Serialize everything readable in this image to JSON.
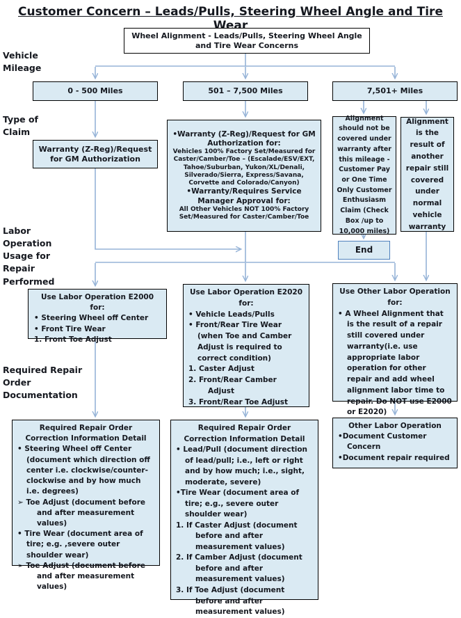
{
  "title": "Customer Concern – Leads/Pulls, Steering Wheel Angle and Tire Wear",
  "colors": {
    "box_fill": "#daeaf3",
    "box_border": "#000000",
    "end_box_border": "#4f81bd",
    "connector_line": "#95b3d7",
    "text": "#15181f"
  },
  "side_labels": {
    "vehicle_mileage": "Vehicle Mileage",
    "type_of_claim": "Type of Claim",
    "labor_operation": "Labor Operation Usage for Repair Performed",
    "required_documentation": "Required Repair Order Documentation"
  },
  "root_node": "Wheel Alignment - Leads/Pulls, Steering Wheel Angle and Tire Wear Concerns",
  "mileage_nodes": {
    "low": "0 - 500 Miles",
    "mid": "501 – 7,500 Miles",
    "high": "7,501+ Miles"
  },
  "claim_nodes": {
    "left": "Warranty (Z-Reg)/Request for GM  Authorization",
    "middle": {
      "lines": [
        "•Warranty (Z-Reg)/Request for GM Authorization for:",
        "Vehicles 100% Factory Set/Measured for Caster/Camber/Toe – (Escalade/ESV/EXT, Tahoe/Suburban, Yukon/XL/Denali, Silverado/Sierra, Express/Savana,  Corvette and Colorado/Canyon)",
        "•Warranty/Requires Service Manager Approval for:",
        "All Other Vehicles NOT 100% Factory Set/Measured for Caster/Camber/Toe"
      ]
    },
    "right_not_covered": "Alignment should not be covered under warranty after this mileage - Customer Pay or  One Time Only Customer Enthusiasm Claim (Check Box /up to 10,000 miles)",
    "right_other_repair": "Alignment is the result of another repair still covered under normal vehicle warranty",
    "end": "End"
  },
  "labor_nodes": {
    "e2000": {
      "head": "Use Labor Operation E2000 for:",
      "lines": [
        "• Steering Wheel off Center",
        "• Front Tire Wear",
        "1.   Front Toe Adjust"
      ]
    },
    "e2020": {
      "head": "Use Labor Operation E2020 for:",
      "lines": [
        "• Vehicle Leads/Pulls",
        "• Front/Rear Tire Wear (when Toe and Camber Adjust is required to correct condition)",
        "1.   Caster Adjust",
        "2.   Front/Rear Camber Adjust",
        "3.   Front/Rear Toe Adjust"
      ]
    },
    "other": {
      "head": "Use Other Labor Operation for:",
      "lines": [
        "• A Wheel Alignment that is the result of a repair still covered under warranty(i.e. use appropriate labor operation for other repair and add wheel alignment labor time to repair. Do NOT use E2000 or E2020)"
      ]
    }
  },
  "documentation_nodes": {
    "left": {
      "head": "Required Repair Order Correction Information Detail",
      "lines": [
        "•  Steering Wheel off Center (document which direction off center i.e. clockwise/counter-clockwise and by how much i.e. degrees)",
        "➢   Toe Adjust (document before and after measurement values)",
        "• Tire Wear (document area of tire; e.g. ,severe outer shoulder wear)",
        "➢   Toe Adjust (document before and after measurement values)"
      ]
    },
    "middle": {
      "head": "Required Repair Order Correction Information Detail",
      "lines": [
        "• Lead/Pull (document direction of lead/pull; i.e., left or right and by how much; i.e., sight, moderate, severe)",
        "•Tire Wear (document area of tire; e.g., severe outer shoulder wear)",
        "1.    If Caster Adjust (document before and after measurement values)",
        "2.    If Camber Adjust (document before and after measurement values)",
        "3.    If Toe Adjust (document before and after measurement values)"
      ]
    },
    "right": {
      "head": "Other Labor Operation",
      "lines": [
        "•Document Customer Concern",
        "•Document repair required"
      ]
    }
  }
}
